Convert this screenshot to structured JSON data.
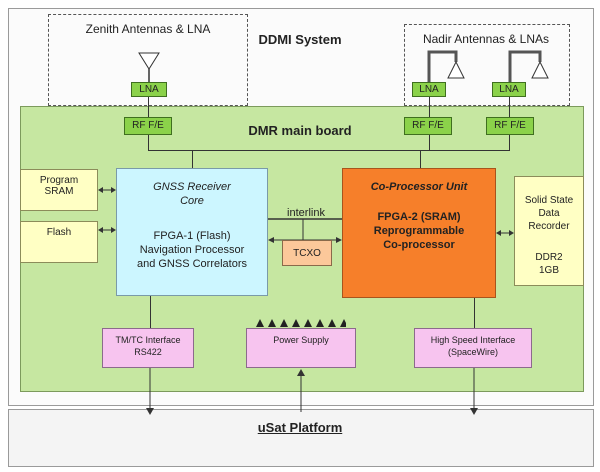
{
  "title": "DDMI System",
  "zenith": {
    "label": "Zenith Antennas & LNA",
    "lna": "LNA"
  },
  "nadir": {
    "label": "Nadir Antennas & LNAs",
    "lna1": "LNA",
    "lna2": "LNA"
  },
  "board": {
    "title": "DMR main board",
    "rffe1": "RF F/E",
    "rffe2": "RF F/E",
    "rffe3": "RF F/E"
  },
  "memory": {
    "sram": "Program\nSRAM",
    "flash": "Flash"
  },
  "gnss": {
    "title": "GNSS Receiver\nCore",
    "body": "FPGA-1 (Flash)\nNavigation Processor\nand GNSS Correlators"
  },
  "interlink": "interlink",
  "tcxo": "TCXO",
  "coproc": {
    "title": "Co-Processor Unit",
    "body": "FPGA-2 (SRAM)\nReprogrammable\nCo-processor"
  },
  "ssr": {
    "top": "Solid State\nData\nRecorder",
    "bottom": "DDR2\n1GB"
  },
  "interfaces": {
    "tmtc": "TM/TC Interface\nRS422",
    "power": "Power Supply",
    "hs": "High Speed Interface\n(SpaceWire)"
  },
  "platform": "uSat Platform",
  "colors": {
    "board": "#c6e7a1",
    "green_box": "#8bd24a",
    "gnss": "#ccf6ff",
    "coproc": "#f67f2a",
    "memory": "#ffffc4",
    "interface": "#f7c4ef",
    "tcxo": "#fcc89a"
  }
}
